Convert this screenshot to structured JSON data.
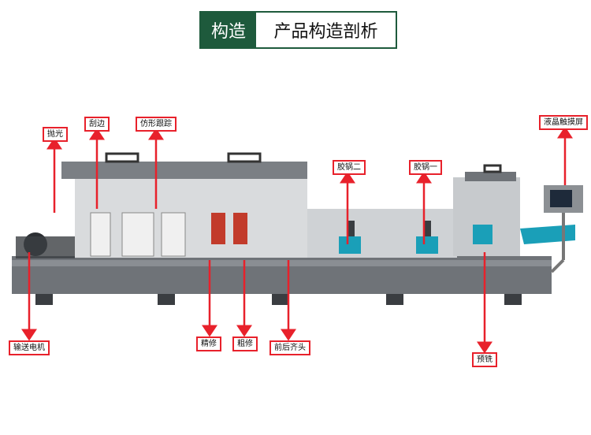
{
  "header": {
    "tag": "构造",
    "title": "产品构造剖析"
  },
  "labels": {
    "polish": "抛光",
    "edge_scrape": "刮边",
    "profile_tracking": "仿形跟踪",
    "glue_pot_2": "胶锅二",
    "glue_pot_1": "胶锅一",
    "lcd_touch_screen": "液晶触摸屏",
    "conveyor_motor": "输送电机",
    "fine_trim": "精修",
    "rough_trim": "粗修",
    "end_trim": "前后齐头",
    "pre_milling": "预铣"
  },
  "colors": {
    "accent_green": "#1e5a3c",
    "label_red": "#e8212b"
  }
}
